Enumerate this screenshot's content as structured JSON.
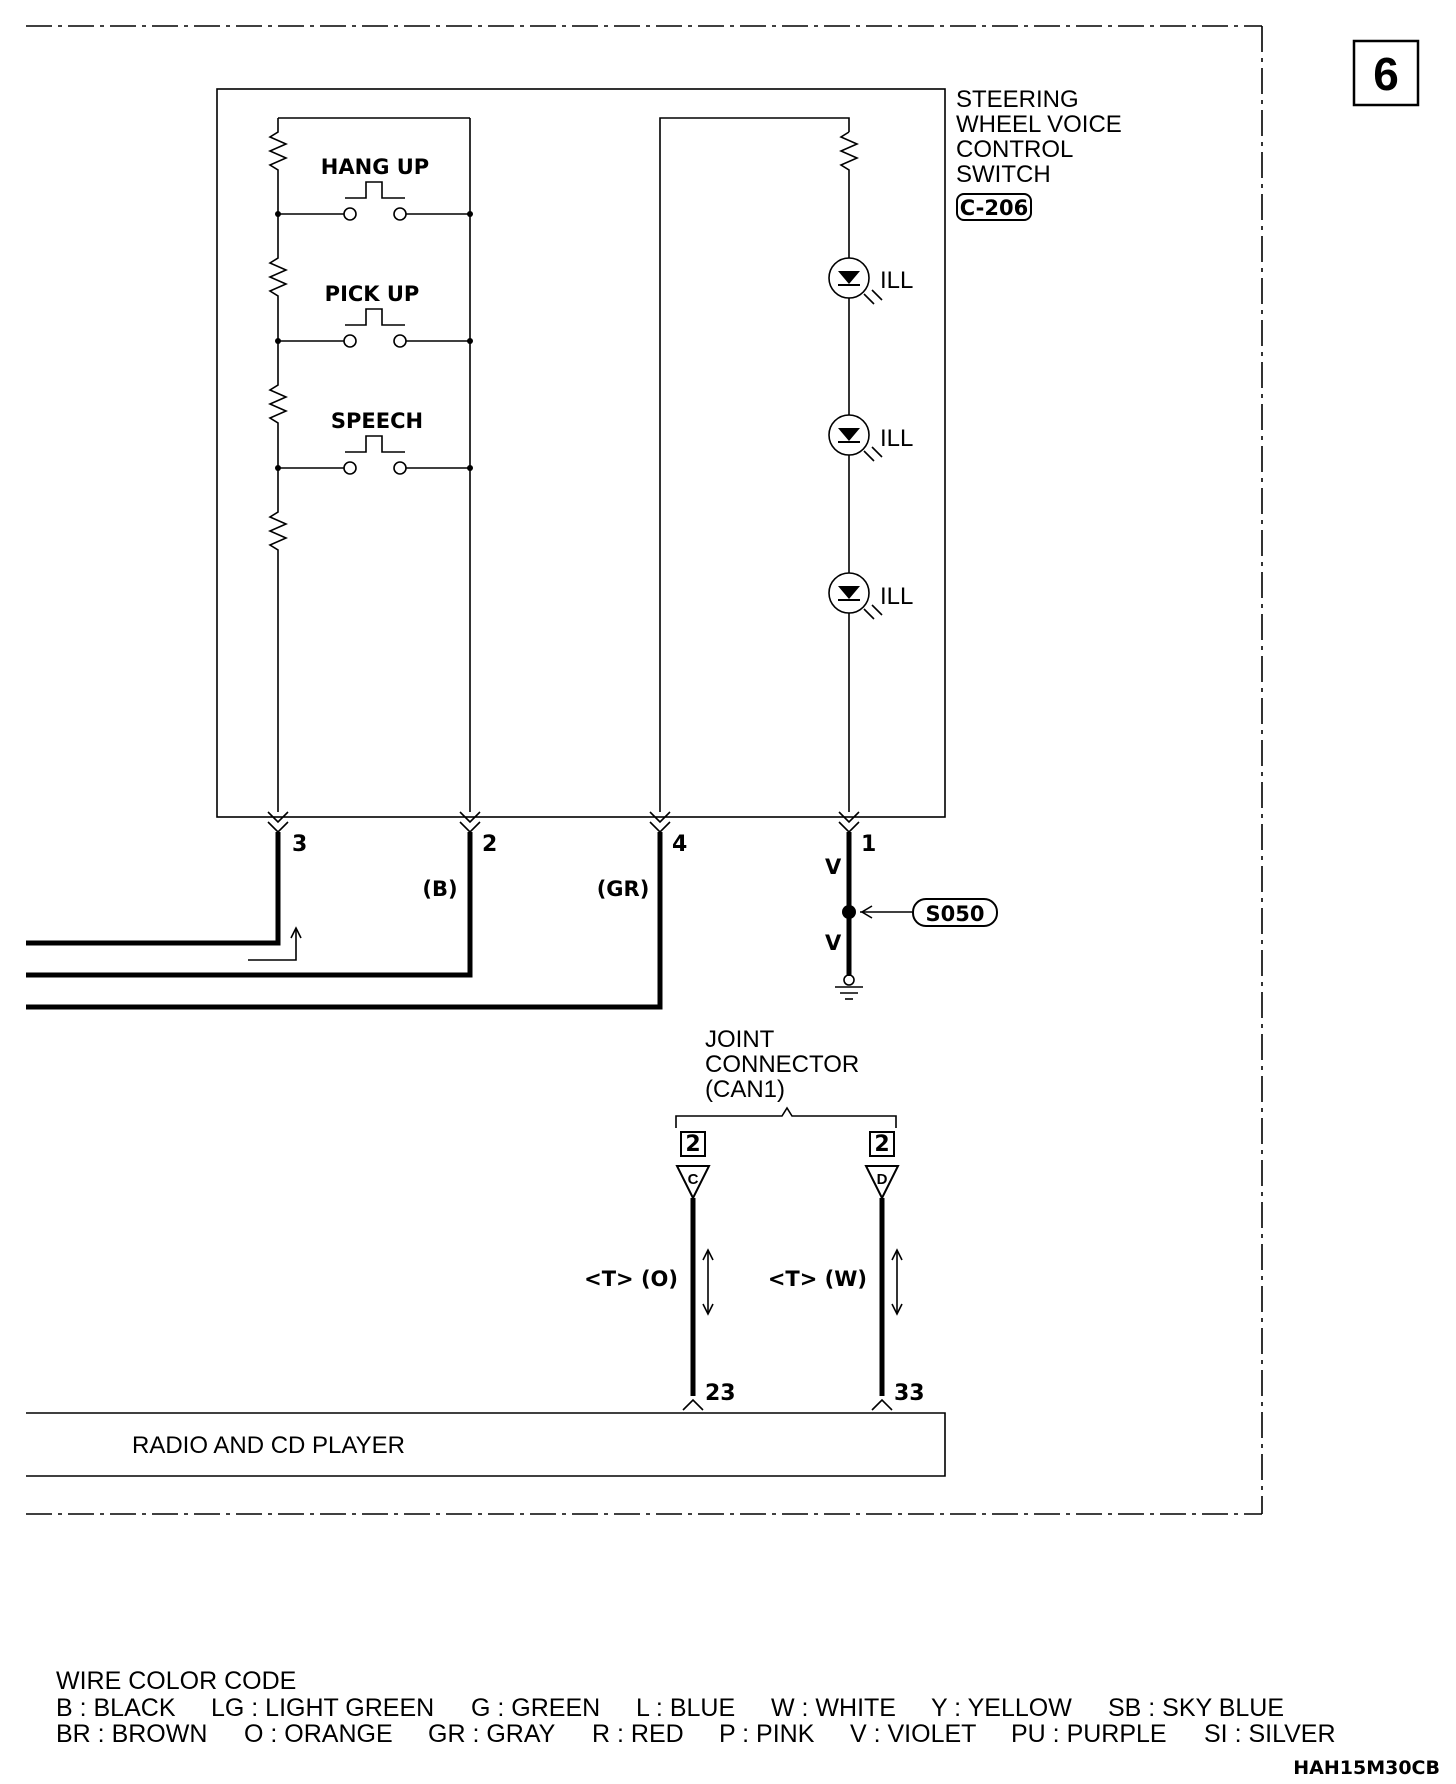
{
  "page": {
    "page_number": "6",
    "image_code": "HAH15M30CB"
  },
  "switch": {
    "title_lines": [
      "STEERING",
      "WHEEL VOICE",
      "CONTROL",
      "SWITCH"
    ],
    "connector": "C-206",
    "buttons": [
      "HANG UP",
      "PICK UP",
      "SPEECH"
    ],
    "leds": [
      "ILL",
      "ILL",
      "ILL"
    ],
    "pins": [
      "3",
      "2",
      "4",
      "1"
    ]
  },
  "wires": {
    "pin2_color": "(B)",
    "pin4_color": "(GR)",
    "pin1_color_upper": "V",
    "pin1_color_lower": "V",
    "splice": "S050"
  },
  "joint_connector": {
    "title_lines": [
      "JOINT",
      "CONNECTOR",
      "(CAN1)"
    ],
    "left_num": "2",
    "left_letter": "C",
    "right_num": "2",
    "right_letter": "D",
    "left_wire": "<T> (O)",
    "right_wire": "<T> (W)",
    "left_pin": "23",
    "right_pin": "33"
  },
  "radio": {
    "label": "RADIO AND CD PLAYER"
  },
  "legend": {
    "title": "WIRE COLOR CODE",
    "row1": [
      "B : BLACK",
      "LG : LIGHT GREEN",
      "G : GREEN",
      "L : BLUE",
      "W : WHITE",
      "Y : YELLOW",
      "SB : SKY BLUE"
    ],
    "row2": [
      "BR : BROWN",
      "O : ORANGE",
      "GR : GRAY",
      "R : RED",
      "P : PINK",
      "V : VIOLET",
      "PU : PURPLE",
      "SI : SILVER"
    ]
  }
}
